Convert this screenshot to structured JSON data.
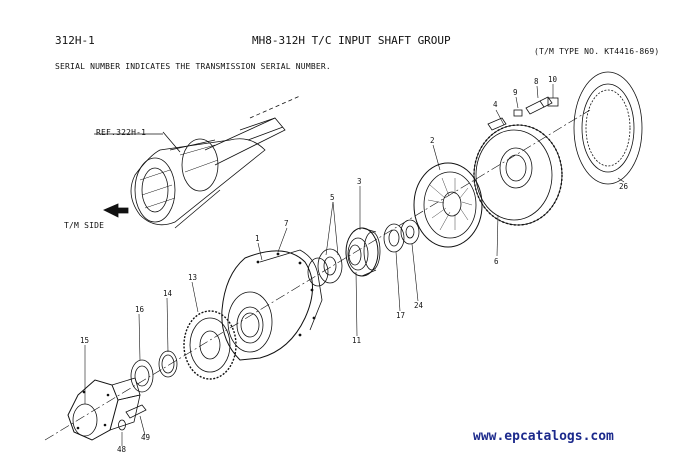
{
  "header": {
    "page_code": "312H-1",
    "title": "MH8-312H   T/C INPUT SHAFT GROUP",
    "type_no": "(T/M TYPE NO. KT4416-869)",
    "note": "SERIAL NUMBER INDICATES THE TRANSMISSION SERIAL NUMBER."
  },
  "labels": {
    "ref": "REF.322H-1",
    "side": "T/M SIDE"
  },
  "callouts": [
    "1",
    "2",
    "3",
    "4",
    "5",
    "6",
    "7",
    "8",
    "9",
    "10",
    "11",
    "13",
    "14",
    "15",
    "16",
    "17",
    "24",
    "26",
    "48",
    "49"
  ],
  "watermark": "www.epcatalogs.com",
  "watermark_color": "#1c2a8c"
}
